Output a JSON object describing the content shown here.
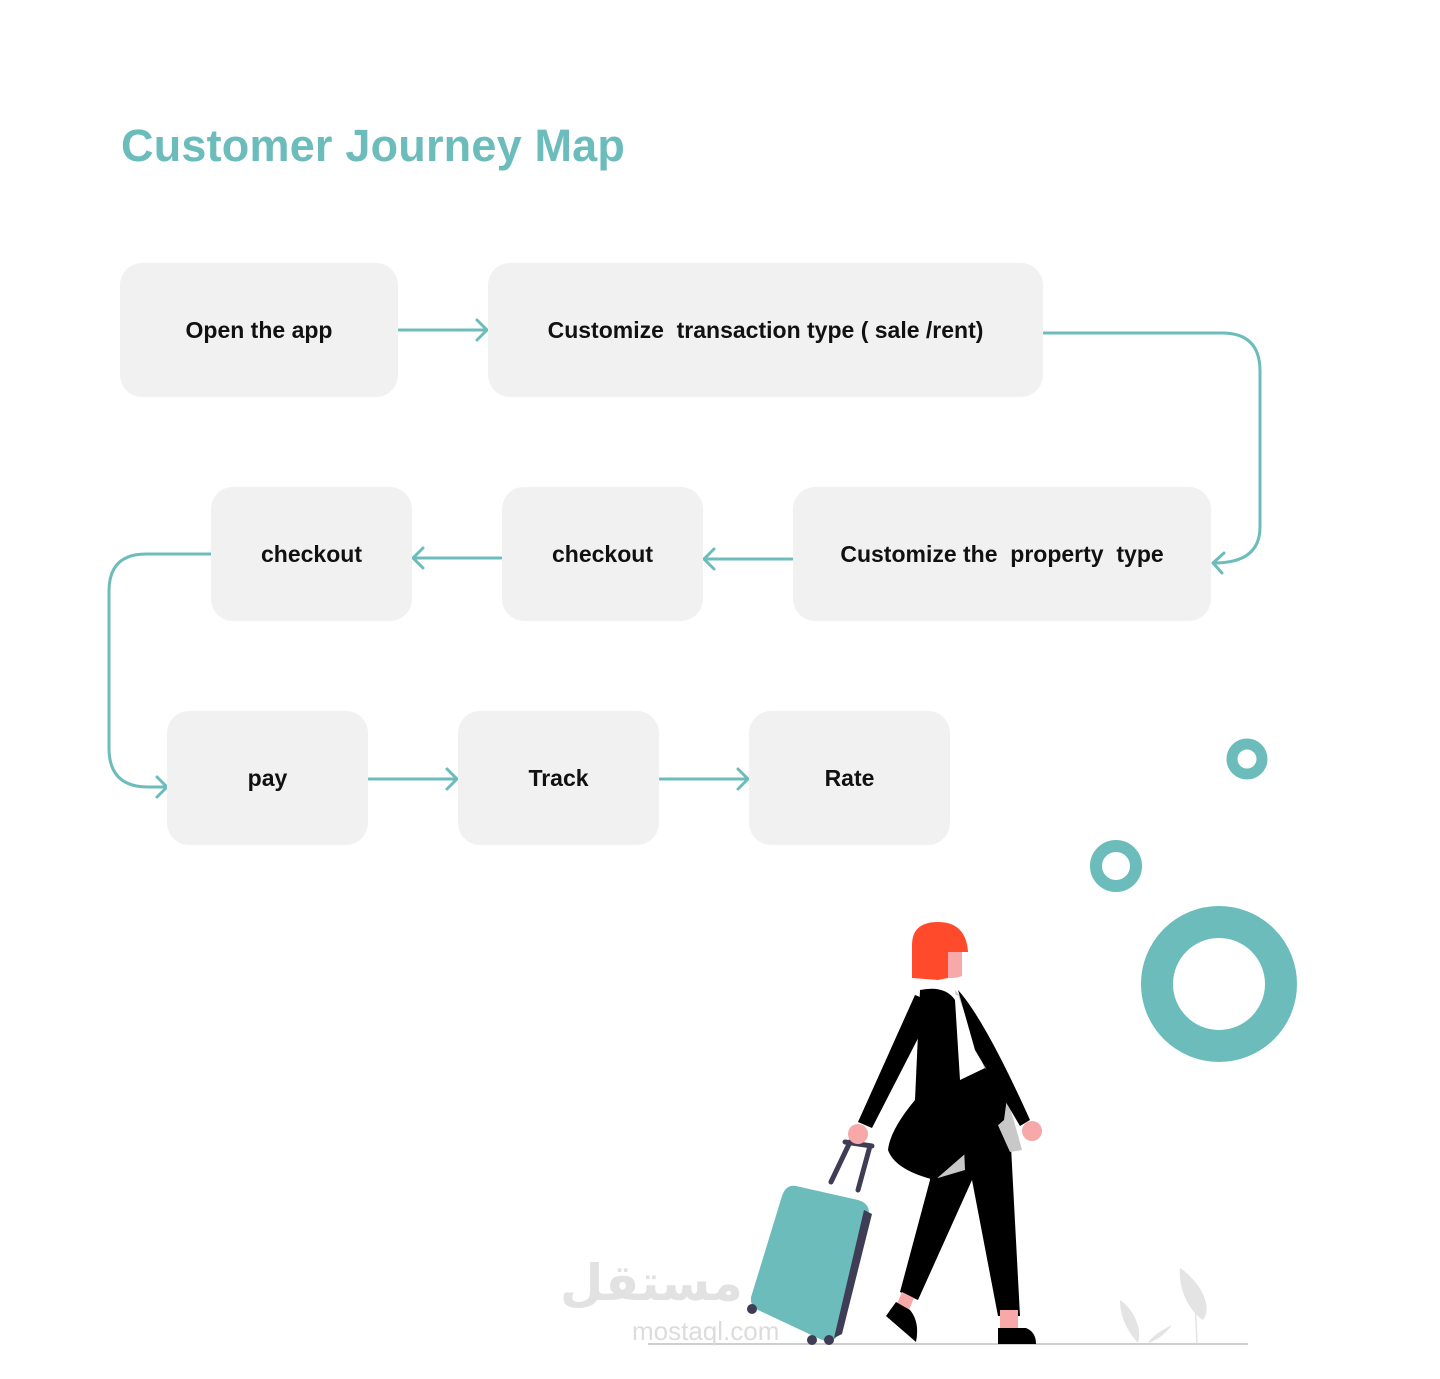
{
  "page": {
    "title": "Customer Journey Map"
  },
  "colors": {
    "accent": "#6cbcbc",
    "box": "#f1f1f1",
    "text": "#111111",
    "hair": "#ff4b2b",
    "skin": "#f7a8a8",
    "suit": "#000000",
    "luggage": "#6cbcbc",
    "handle": "#3f3d56"
  },
  "steps": [
    {
      "id": "open-app",
      "label": "Open the app"
    },
    {
      "id": "transaction-type",
      "label": "Customize  transaction type ( sale /rent)"
    },
    {
      "id": "property-type",
      "label": "Customize the  property  type"
    },
    {
      "id": "checkout-1",
      "label": "checkout"
    },
    {
      "id": "checkout-2",
      "label": "checkout"
    },
    {
      "id": "pay",
      "label": "pay"
    },
    {
      "id": "track",
      "label": "Track"
    },
    {
      "id": "rate",
      "label": "Rate"
    }
  ],
  "watermark": {
    "arabic": "مستقل",
    "latin": "mostaql.com"
  }
}
